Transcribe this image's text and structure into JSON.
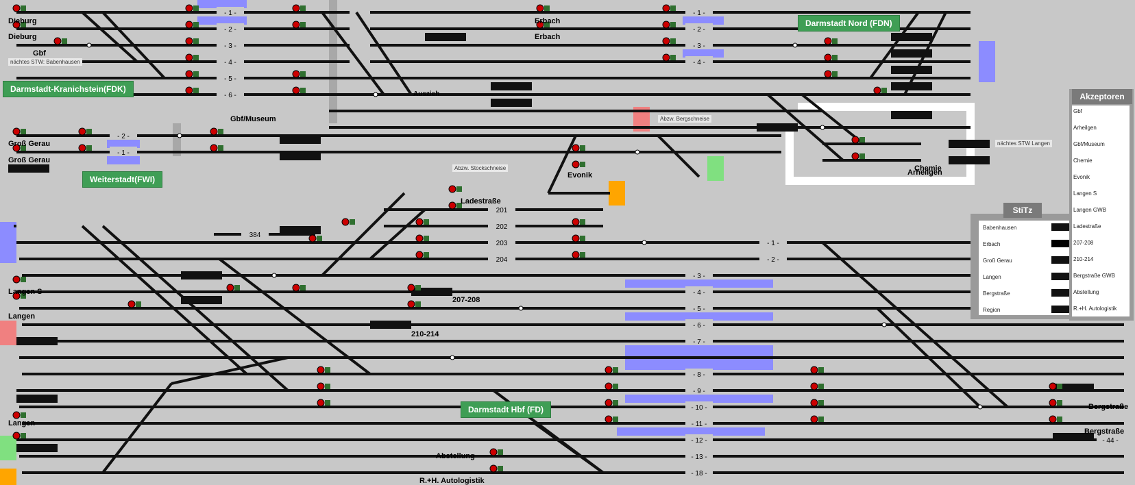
{
  "areas": {
    "fdn": "Darmstadt Nord (FDN)",
    "fdk": "Darmstadt-Kranichstein(FDK)",
    "fwi": "Weiterstadt(FWI)",
    "fd": "Darmstadt Hbf (FD)"
  },
  "stations": {
    "dieburg1": "Dieburg",
    "dieburg2": "Dieburg",
    "gbf": "Gbf",
    "erbach1": "Erbach",
    "erbach2": "Erbach",
    "gbf_museum": "Gbf/Museum",
    "gross_gerau1": "Groß Gerau",
    "gross_gerau2": "Groß Gerau",
    "arheilgen": "Arheilgen",
    "chemie": "Chemie",
    "evonik": "Evonik",
    "ladestrasse": "Ladestraße",
    "langen_s": "Langen S",
    "langen1": "Langen",
    "langen2": "Langen",
    "bergstrasse1": "Bergstraße",
    "bergstrasse2": "Bergstraße",
    "abstellung": "Abstellung",
    "autologistik": "R.+H. Autologistik",
    "auszieh": "Auszieh",
    "s207_208": "207-208",
    "s210_214": "210-214"
  },
  "hints": {
    "next_babenhausen": "nächtes STW: Babenhausen",
    "next_langen": "nächtes STW Langen",
    "abzw_bergschneise": "Abzw. Bergschneise",
    "abzw_stockschneise": "Abzw. Stockschneise"
  },
  "tracks_north": [
    "- 1 -",
    "- 2 -",
    "- 3 -",
    "- 4 -",
    "- 5 -",
    "- 6 -"
  ],
  "tracks_fdn": [
    "- 1 -",
    "- 2 -",
    "- 3 -",
    "- 4 -"
  ],
  "tracks_fwi": [
    "- 2 -",
    "- 1 -"
  ],
  "tracks_lade": [
    "201",
    "202",
    "203",
    "204"
  ],
  "track_384": "384",
  "tracks_hbf": [
    "- 1 -",
    "- 2 -",
    "- 3 -",
    "- 4 -",
    "- 5 -",
    "- 6 -",
    "- 7 -",
    "- 8 -",
    "- 9 -",
    "- 10 -",
    "- 11 -",
    "- 12 -",
    "- 13 -",
    "- 18 -"
  ],
  "track_44": "- 44 -",
  "akzeptoren": {
    "title": "Akzeptoren",
    "items": [
      "Gbf",
      "Arheilgen",
      "Gbf/Museum",
      "Chemie",
      "Evonik",
      "Langen S",
      "Langen GWB",
      "Ladestraße",
      "207-208",
      "210-214",
      "Bergstraße GWB",
      "Abstellung",
      "R.+H. Autologistik"
    ]
  },
  "stitz": {
    "title": "StiTz",
    "items": [
      "Babenhausen",
      "Erbach",
      "Groß Gerau",
      "Langen",
      "Bergstraße",
      "Region"
    ]
  },
  "colors": {
    "background": "#c8c8c8",
    "track": "#111111",
    "occupied_blue": "#8c8cff",
    "area_green": "#3f9e55",
    "signal_red": "#cc0000",
    "signal_green": "#2f6f2f",
    "marker_salmon": "#f08080",
    "marker_green": "#80e080",
    "marker_orange": "#ffa500"
  }
}
